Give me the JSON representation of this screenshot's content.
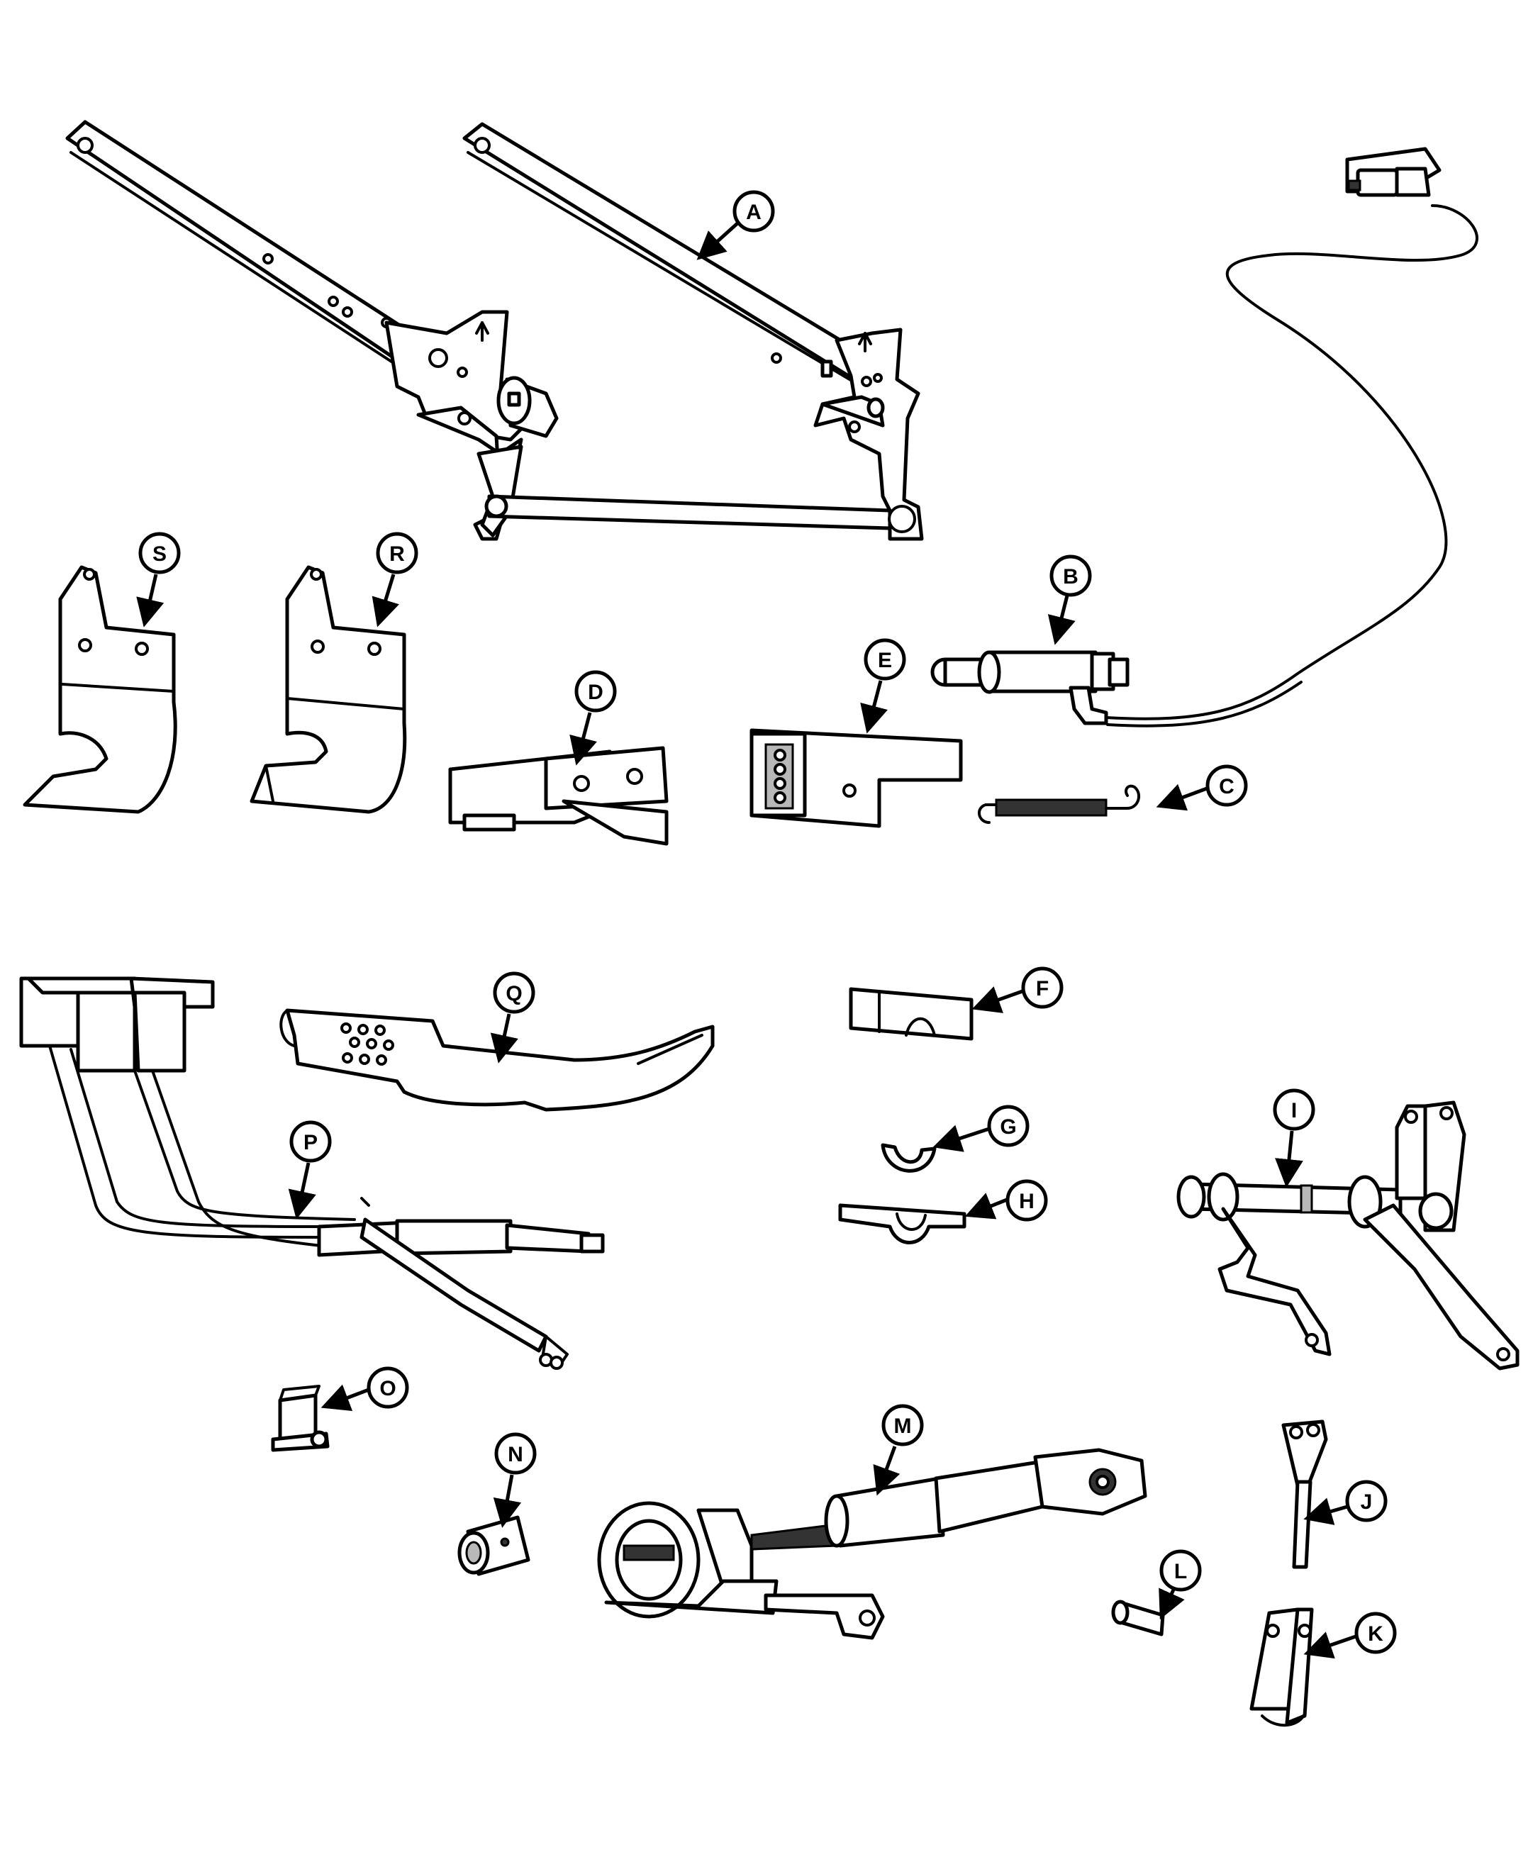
{
  "callouts": [
    {
      "id": "A",
      "label": "A"
    },
    {
      "id": "B",
      "label": "B"
    },
    {
      "id": "C",
      "label": "C"
    },
    {
      "id": "D",
      "label": "D"
    },
    {
      "id": "E",
      "label": "E"
    },
    {
      "id": "F",
      "label": "F"
    },
    {
      "id": "G",
      "label": "G"
    },
    {
      "id": "H",
      "label": "H"
    },
    {
      "id": "I",
      "label": "I"
    },
    {
      "id": "J",
      "label": "J"
    },
    {
      "id": "K",
      "label": "K"
    },
    {
      "id": "L",
      "label": "L"
    },
    {
      "id": "M",
      "label": "M"
    },
    {
      "id": "N",
      "label": "N"
    },
    {
      "id": "O",
      "label": "O"
    },
    {
      "id": "P",
      "label": "P"
    },
    {
      "id": "Q",
      "label": "Q"
    },
    {
      "id": "R",
      "label": "R"
    },
    {
      "id": "S",
      "label": "S"
    }
  ]
}
